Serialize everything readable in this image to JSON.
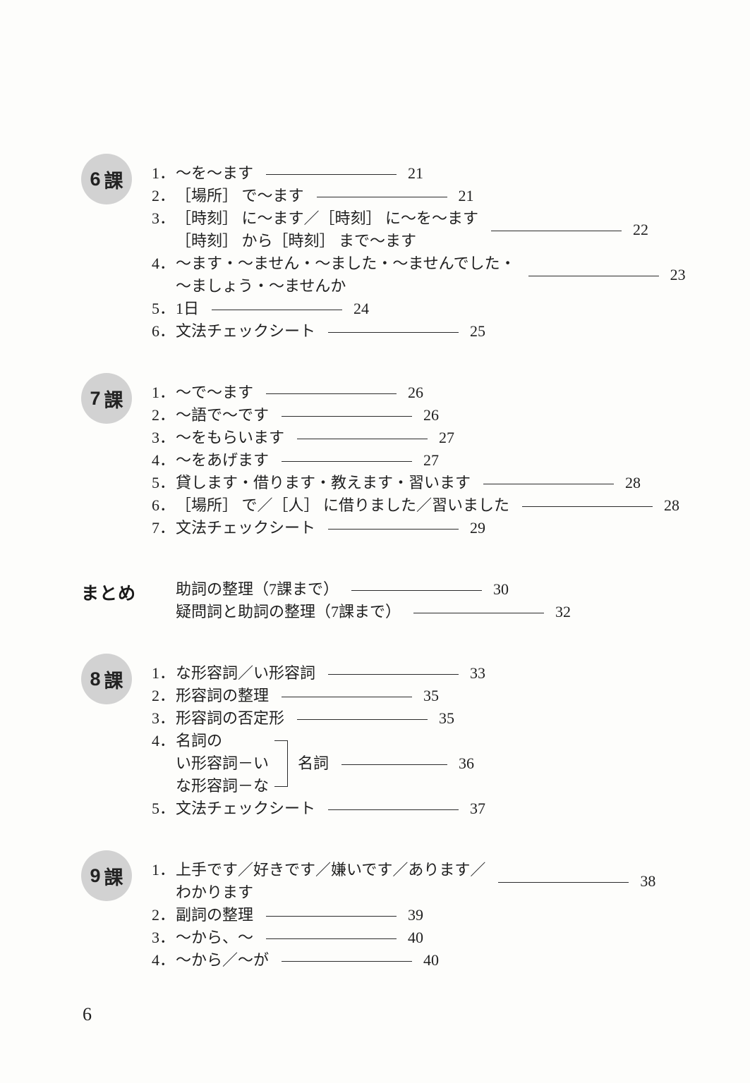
{
  "page": {
    "background_color": "#fdfdfb",
    "badge_color": "#d2d2d2",
    "text_color": "#1f1f1f",
    "footer_page_number": "6"
  },
  "toc": {
    "sections": [
      {
        "type": "lesson",
        "badge_number": "6",
        "badge_suffix": "課",
        "items": [
          {
            "num": "1．",
            "text": "〜を〜ます",
            "page": "21"
          },
          {
            "num": "2．",
            "text": "［場所］ で〜ます",
            "page": "21"
          },
          {
            "num": "3．",
            "text": "［時刻］ に〜ます／［時刻］ に〜を〜ます",
            "text2": "［時刻］ から［時刻］ まで〜ます",
            "page": "22"
          },
          {
            "num": "4．",
            "text": "〜ます・〜ません・〜ました・〜ませんでした・",
            "text2": "〜ましょう・〜ませんか",
            "page": "23"
          },
          {
            "num": "5．",
            "text": "1日",
            "page": "24"
          },
          {
            "num": "6．",
            "text": "文法チェックシート",
            "page": "25"
          }
        ]
      },
      {
        "type": "lesson",
        "badge_number": "7",
        "badge_suffix": "課",
        "items": [
          {
            "num": "1．",
            "text": "〜で〜ます",
            "page": "26"
          },
          {
            "num": "2．",
            "text": "〜語で〜です",
            "page": "26"
          },
          {
            "num": "3．",
            "text": "〜をもらいます",
            "page": "27"
          },
          {
            "num": "4．",
            "text": "〜をあげます",
            "page": "27"
          },
          {
            "num": "5．",
            "text": "貸します・借ります・教えます・習います",
            "page": "28"
          },
          {
            "num": "6．",
            "text": "［場所］ で／［人］ に借りました／習いました",
            "page": "28"
          },
          {
            "num": "7．",
            "text": "文法チェックシート",
            "page": "29"
          }
        ]
      },
      {
        "type": "summary",
        "label": "まとめ",
        "items": [
          {
            "text": "助詞の整理（7課まで）",
            "page": "30"
          },
          {
            "text": "疑問詞と助詞の整理（7課まで）",
            "page": "32"
          }
        ]
      },
      {
        "type": "lesson",
        "badge_number": "8",
        "badge_suffix": "課",
        "items": [
          {
            "num": "1．",
            "text": "な形容詞／い形容詞",
            "page": "33"
          },
          {
            "num": "2．",
            "text": "形容詞の整理",
            "page": "35"
          },
          {
            "num": "3．",
            "text": "形容詞の否定形",
            "page": "35"
          },
          {
            "num": "4．",
            "bracket_lines": [
              "名詞の",
              "い形容詞－い",
              "な形容詞－な"
            ],
            "bracket_label": "名詞",
            "page": "36"
          },
          {
            "num": "5．",
            "text": "文法チェックシート",
            "page": "37"
          }
        ]
      },
      {
        "type": "lesson",
        "badge_number": "9",
        "badge_suffix": "課",
        "items": [
          {
            "num": "1．",
            "text": "上手です／好きです／嫌いです／あります／",
            "text2": "わかります",
            "page": "38"
          },
          {
            "num": "2．",
            "text": "副詞の整理",
            "page": "39"
          },
          {
            "num": "3．",
            "text": "〜から、〜",
            "page": "40"
          },
          {
            "num": "4．",
            "text": "〜から／〜が",
            "page": "40"
          }
        ]
      }
    ]
  }
}
